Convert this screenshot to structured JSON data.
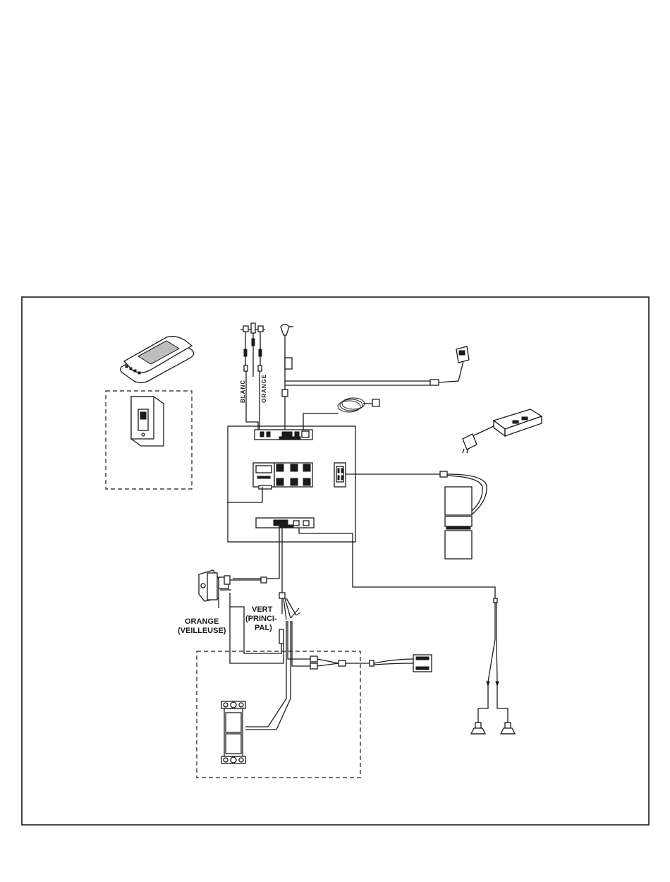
{
  "labels": {
    "blanc": "BLANC",
    "orange_wire": "ORANGE",
    "vert": "VERT",
    "vert_sub1": "(PRINCI-",
    "vert_sub2": "PAL)",
    "orange_valve": "ORANGE",
    "orange_valve_sub": "(VEILLEUSE)"
  },
  "colors": {
    "line": "#1a1a1a",
    "background": "#ffffff"
  }
}
